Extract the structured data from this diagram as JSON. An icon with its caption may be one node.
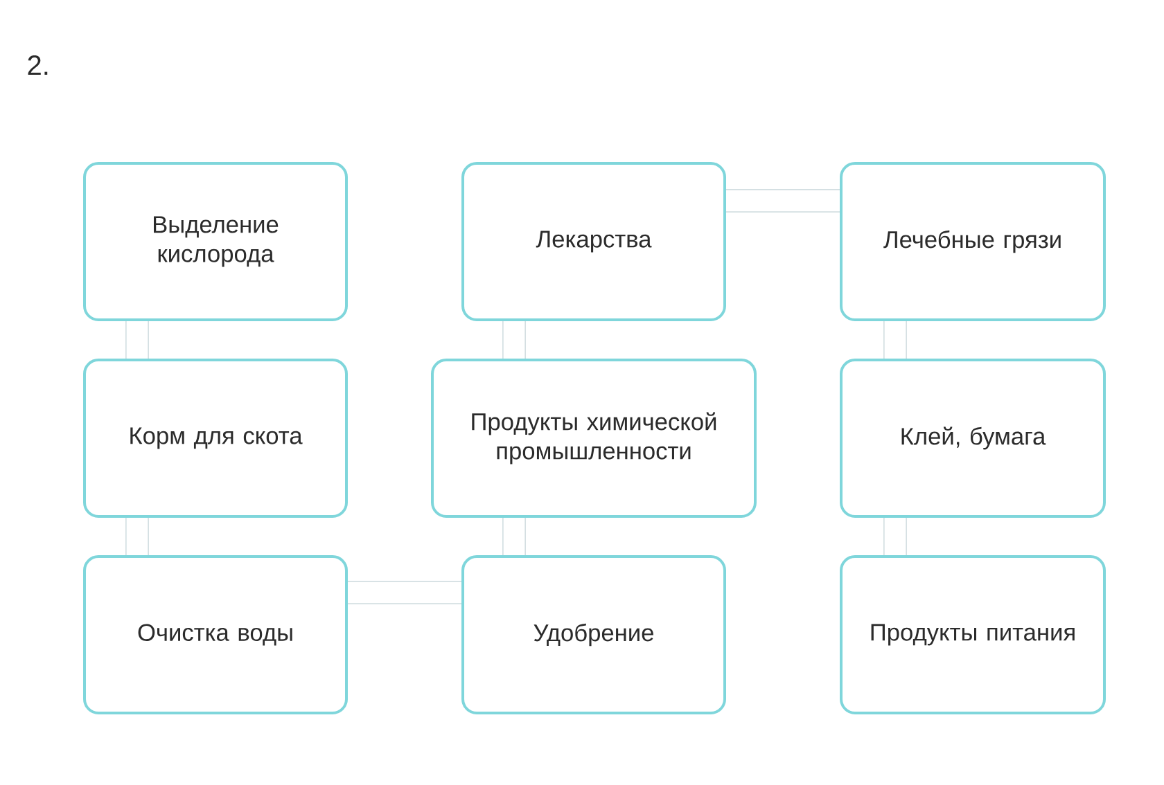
{
  "diagram": {
    "nodes": [
      {
        "text": [
          "Выделение кислорода"
        ]
      },
      {
        "text": [
          "Лекарства"
        ]
      },
      {
        "text": [
          "Лечебные грязи"
        ]
      },
      {
        "text": [
          "Корм для скота"
        ]
      },
      {
        "text": [
          "Продукты химической промышленности"
        ]
      },
      {
        "text": [
          "Клей, бумага"
        ]
      },
      {
        "text": [
          "Очистка воды"
        ]
      },
      {
        "text": [
          "Удобрение"
        ]
      },
      {
        "text": [
          "Продукты питания"
        ]
      }
    ],
    "edges": [
      {
        "from": 1,
        "to": 2,
        "arrow": "none"
      },
      {
        "from": 0,
        "to": 3,
        "arrow": "none"
      },
      {
        "from": 1,
        "to": 4,
        "arrow": "none"
      },
      {
        "from": 2,
        "to": 5,
        "arrow": "none"
      },
      {
        "from": 3,
        "to": 6,
        "arrow": "none"
      },
      {
        "from": 4,
        "to": 7,
        "arrow": "none"
      },
      {
        "from": 5,
        "to": 8,
        "arrow": "none"
      },
      {
        "from": 6,
        "to": 7,
        "arrow": "none"
      }
    ],
    "labels": [
      "2."
    ]
  }
}
